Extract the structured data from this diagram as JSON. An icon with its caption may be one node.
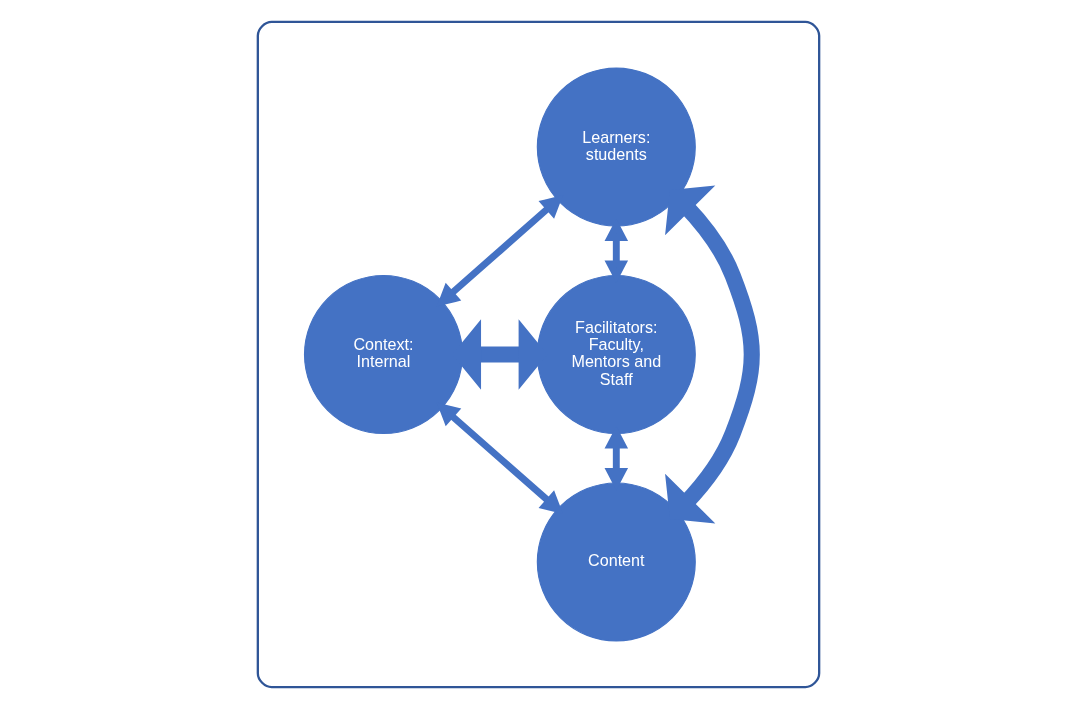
{
  "diagram": {
    "nodes": [
      {
        "text": [],
        "shape": "ellipse"
      },
      {
        "text": [
          "Learners: students"
        ],
        "in": 0
      },
      {
        "text": [
          "Context: Internal"
        ],
        "in": 0
      },
      {
        "text": [
          "Facilitators: Faculty, Mentors and Staff"
        ],
        "in": 0
      },
      {
        "text": [
          "Content"
        ],
        "in": 0
      }
    ],
    "edges": [
      {
        "from": 2,
        "to": 1,
        "arrow": "both"
      },
      {
        "from": 1,
        "to": 3,
        "arrow": "both"
      },
      {
        "from": 2,
        "to": 4,
        "arrow": "both"
      },
      {
        "from": 4,
        "to": 3,
        "arrow": "both"
      },
      {
        "from": 2,
        "to": 3,
        "arrow": "both",
        "style": "thick"
      },
      {
        "from": 1,
        "to": 4,
        "arrow": "both",
        "style": "thick"
      }
    ]
  }
}
